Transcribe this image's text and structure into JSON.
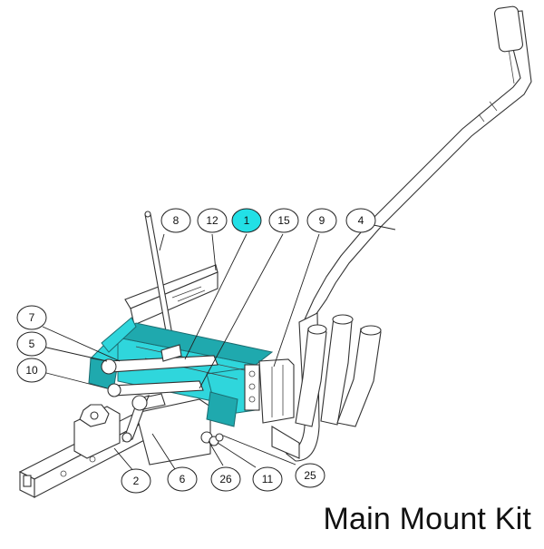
{
  "title": "Main Mount Kit",
  "highlight_color": "#22e0e6",
  "callouts": [
    {
      "id": "c8",
      "label": "8",
      "highlighted": false
    },
    {
      "id": "c12",
      "label": "12",
      "highlighted": false
    },
    {
      "id": "c1",
      "label": "1",
      "highlighted": true
    },
    {
      "id": "c15",
      "label": "15",
      "highlighted": false
    },
    {
      "id": "c9",
      "label": "9",
      "highlighted": false
    },
    {
      "id": "c4",
      "label": "4",
      "highlighted": false
    },
    {
      "id": "c7",
      "label": "7",
      "highlighted": false
    },
    {
      "id": "c5",
      "label": "5",
      "highlighted": false
    },
    {
      "id": "c10",
      "label": "10",
      "highlighted": false
    },
    {
      "id": "c2",
      "label": "2",
      "highlighted": false
    },
    {
      "id": "c6",
      "label": "6",
      "highlighted": false
    },
    {
      "id": "c26",
      "label": "26",
      "highlighted": false
    },
    {
      "id": "c11",
      "label": "11",
      "highlighted": false
    },
    {
      "id": "c25",
      "label": "25",
      "highlighted": false
    }
  ]
}
